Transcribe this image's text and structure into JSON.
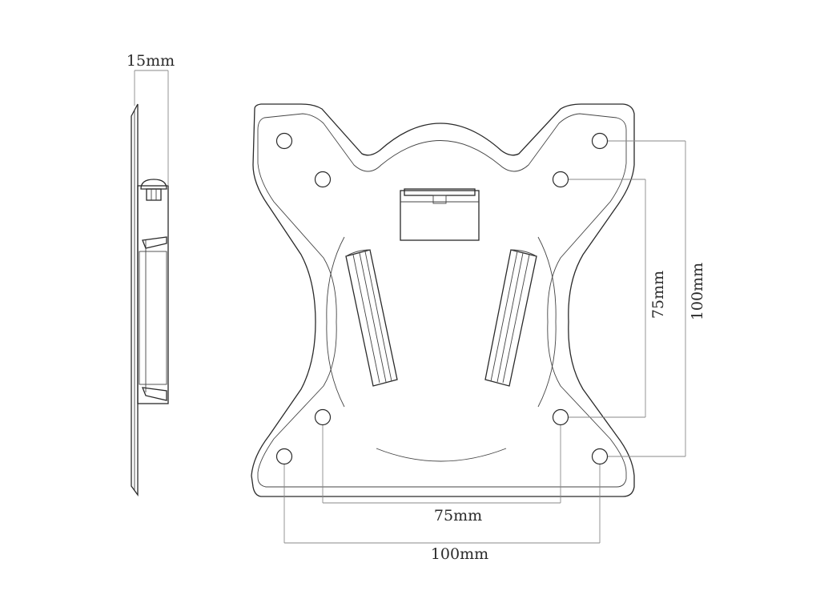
{
  "dimensions": {
    "depth": "15mm",
    "inner_h": "75mm",
    "outer_h": "100mm",
    "inner_v": "75mm",
    "outer_v": "100mm"
  },
  "colors": {
    "stroke": "#2a2a2a",
    "dimension_line": "#8a8a8a",
    "background": "#ffffff"
  }
}
